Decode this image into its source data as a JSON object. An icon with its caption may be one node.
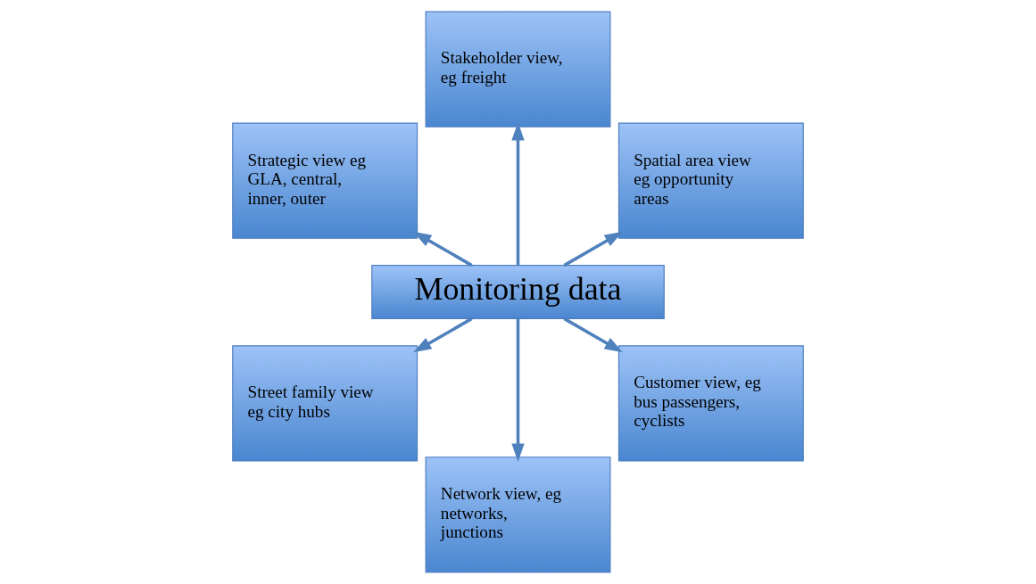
{
  "diagram": {
    "nodes": [
      {
        "text": [
          "Monitoring data"
        ]
      },
      {
        "text": [
          "Spatial area view eg opportunity areas"
        ]
      },
      {
        "text": [
          "Stakeholder view, eg freight"
        ]
      },
      {
        "text": [
          "Strategic view eg GLA, central, inner, outer"
        ]
      },
      {
        "text": [
          "Street family view eg city hubs"
        ]
      },
      {
        "text": [
          "Network view, eg networks, junctions"
        ]
      },
      {
        "text": [
          "Customer view, eg bus passengers, cyclists"
        ]
      }
    ],
    "edges": [
      {
        "from": 0,
        "to": 1,
        "arrow": "to"
      },
      {
        "from": 0,
        "to": 2,
        "arrow": "to"
      },
      {
        "from": 0,
        "to": 3,
        "arrow": "to"
      },
      {
        "from": 0,
        "to": 4,
        "arrow": "to"
      },
      {
        "from": 0,
        "to": 5,
        "arrow": "to"
      },
      {
        "from": 0,
        "to": 6,
        "arrow": "to"
      }
    ]
  }
}
